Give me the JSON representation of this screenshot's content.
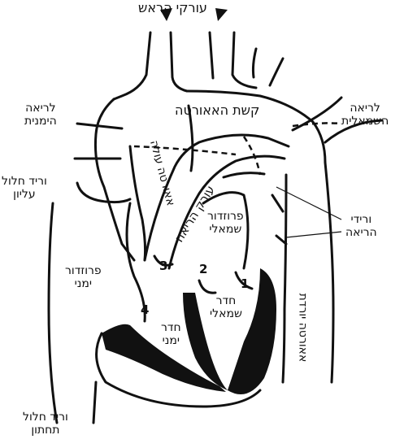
{
  "labels": {
    "head_arteries": "עורקי הראש",
    "aortic_arch": "קשת האאורטה",
    "right_lung": [
      "לריאה",
      "הימנית"
    ],
    "left_lung": [
      "לריאה",
      "השמאלית"
    ],
    "superior_vena_cava": [
      "וריד חלול",
      "עליון"
    ],
    "ascending_aorta": "אאורטה עולה",
    "pulmonary_artery": "עורק הריאה",
    "left_atrium": [
      "פרוזדור",
      "שמאלי"
    ],
    "pulmonary_veins": [
      "ורידי",
      "הריאה"
    ],
    "right_atrium": [
      "פרוזדור",
      "ימני"
    ],
    "left_ventricle": [
      "חדר",
      "שמאלי"
    ],
    "right_ventricle": [
      "חדר",
      "ימני"
    ],
    "descending_aorta": "אאורטה יורדת",
    "inferior_vena_cava": [
      "וריד חלול",
      "תחתון"
    ]
  },
  "valve_numbers": [
    "1",
    "2",
    "3",
    "4"
  ],
  "colors": {
    "ink": "#111111",
    "background": "#ffffff"
  }
}
